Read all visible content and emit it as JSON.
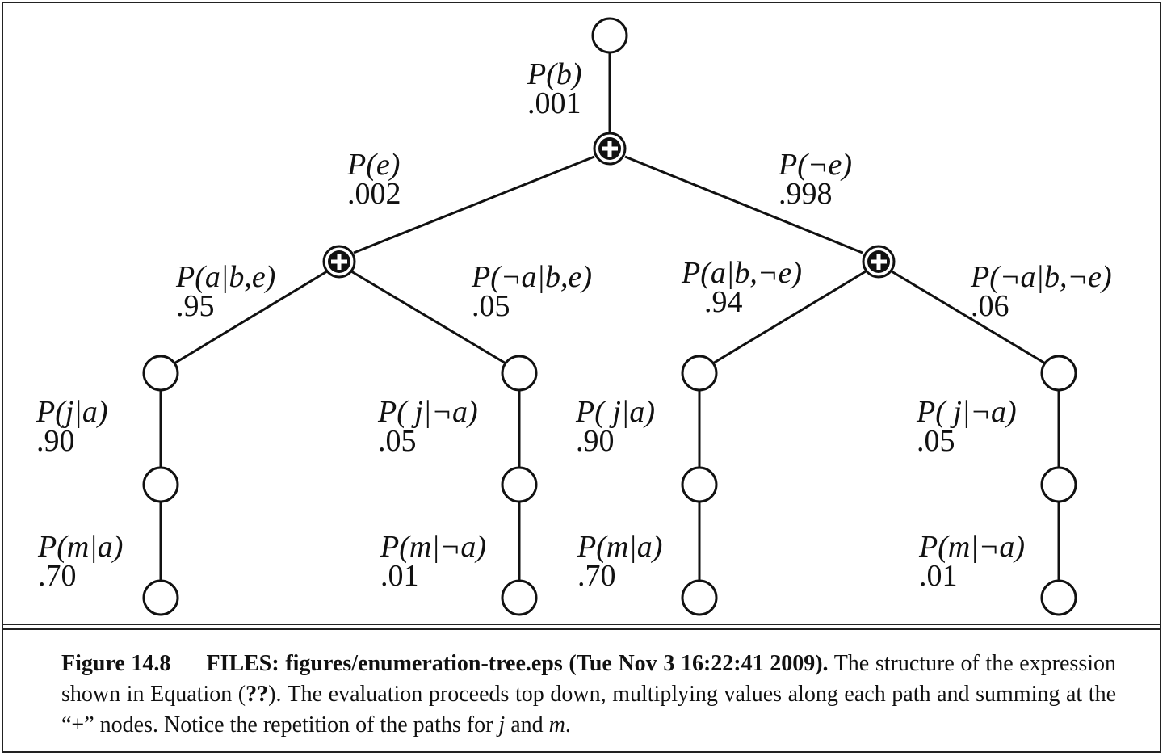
{
  "tree": {
    "root_label": {
      "p": "P(b)",
      "v": ".001"
    },
    "e_label": {
      "p": "P(e)",
      "v": ".002"
    },
    "not_e_label": {
      "p": "P(¬e)",
      "v": ".998"
    },
    "a_given_b_e": {
      "p": "P(a|b,e)",
      "v": ".95"
    },
    "not_a_given_b_e": {
      "p": "P(¬a|b,e)",
      "v": ".05"
    },
    "a_given_b_not_e": {
      "p": "P(a|b,¬e)",
      "v": ".94"
    },
    "not_a_given_b_not_e": {
      "p": "P(¬a|b,¬e)",
      "v": ".06"
    },
    "j_given_a_1": {
      "p": "P(j|a)",
      "v": ".90"
    },
    "j_given_not_a_1": {
      "p": "P( j|¬a)",
      "v": ".05"
    },
    "j_given_a_2": {
      "p": "P( j|a)",
      "v": ".90"
    },
    "j_given_not_a_2": {
      "p": "P( j|¬a)",
      "v": ".05"
    },
    "m_given_a_1": {
      "p": "P(m|a)",
      "v": ".70"
    },
    "m_given_not_a_1": {
      "p": "P(m|¬a)",
      "v": ".01"
    },
    "m_given_a_2": {
      "p": "P(m|a)",
      "v": ".70"
    },
    "m_given_not_a_2": {
      "p": "P(m|¬a)",
      "v": ".01"
    },
    "sum_symbol": "+"
  },
  "caption": {
    "figure_number": "Figure 14.8",
    "files": "FILES: figures/enumeration-tree.eps (Tue Nov 3 16:22:41 2009).",
    "text_1": "The structure of the expression shown in Equation (",
    "ref": "??",
    "text_2": "). The evaluation proceeds top down, multiplying values along each path and summing at the “+” nodes. Notice the repetition of the paths for ",
    "var_j": "j",
    "text_and": " and ",
    "var_m": "m",
    "text_end": "."
  }
}
